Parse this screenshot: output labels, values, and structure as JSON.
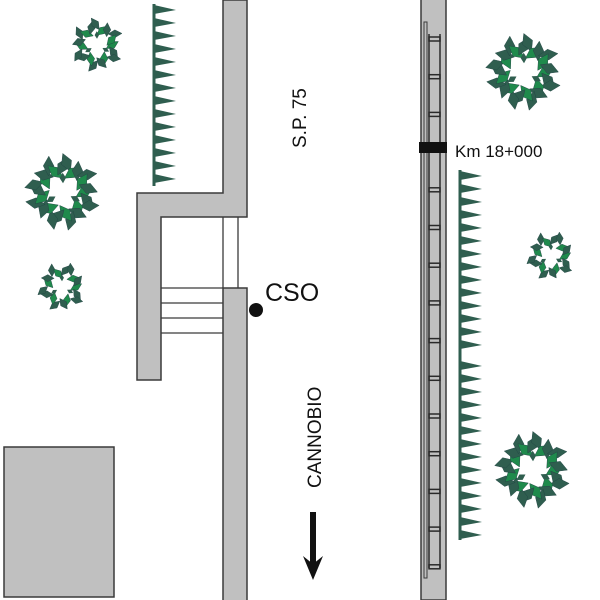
{
  "labels": {
    "road_name": "S.P. 75",
    "station": "CSO",
    "direction": "CANNOBIO",
    "kilometer": "Km 18+000"
  },
  "colors": {
    "road": "#c0c0c0",
    "outline": "#3a3a3a",
    "vegetation_dark": "#2f5e4f",
    "vegetation_light": "#1f8a4c"
  }
}
